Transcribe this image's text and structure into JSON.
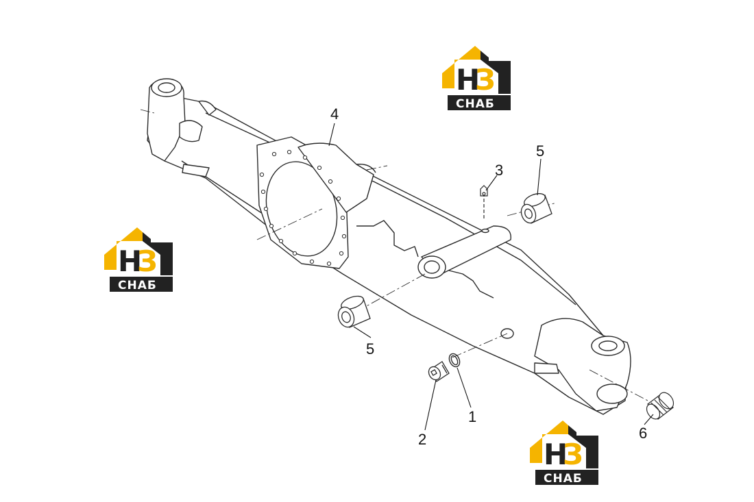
{
  "diagram": {
    "callouts": [
      "1",
      "2",
      "3",
      "4",
      "5",
      "5",
      "6"
    ]
  },
  "watermark": {
    "letters_left": "Н",
    "letters_right": "З",
    "word": "СНАБ"
  },
  "colors": {
    "accent": "#F5B400",
    "dark": "#222222",
    "line": "#2a2a2a",
    "background": "#ffffff"
  }
}
